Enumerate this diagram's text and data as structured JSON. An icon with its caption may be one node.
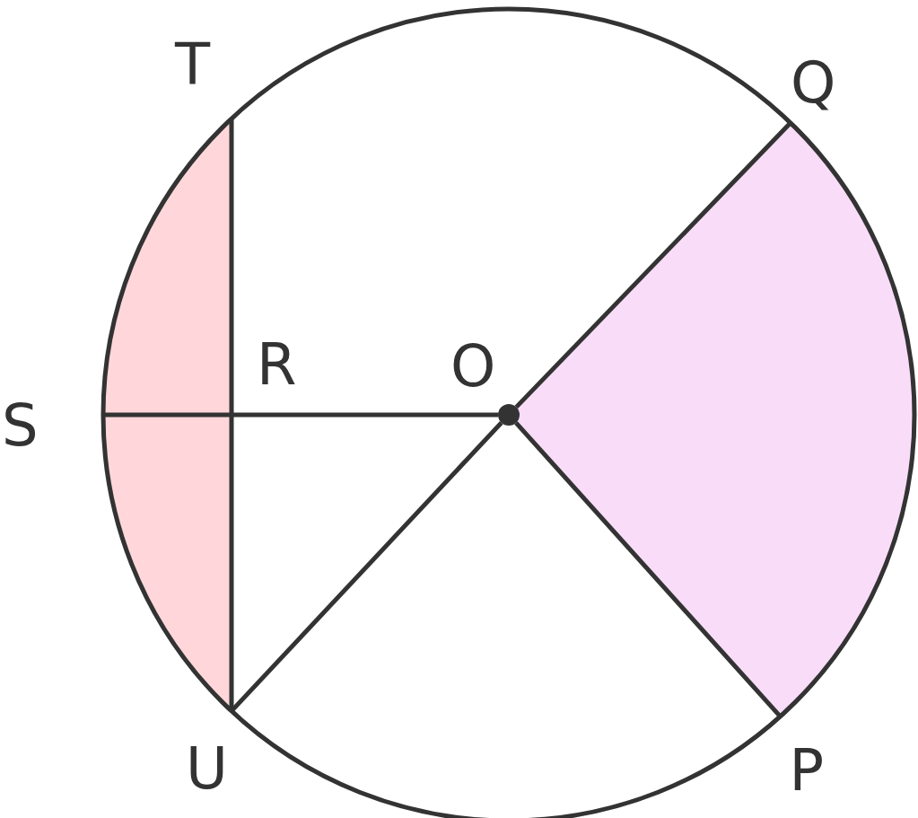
{
  "diagram": {
    "nodes": [
      {
        "text": [
          "T"
        ]
      },
      {
        "text": [
          "Q"
        ]
      },
      {
        "text": [
          "O"
        ]
      },
      {
        "text": [
          "S"
        ]
      },
      {
        "text": [
          "U"
        ]
      },
      {
        "text": [
          "P"
        ]
      }
    ],
    "edges": [
      {
        "from": 0,
        "to": 4,
        "arrow": "none"
      },
      {
        "from": 3,
        "to": 2,
        "arrow": "none"
      },
      {
        "from": 2,
        "to": 1,
        "arrow": "none"
      },
      {
        "from": 2,
        "to": 5,
        "arrow": "none"
      },
      {
        "from": 2,
        "to": 4,
        "arrow": "none"
      }
    ],
    "labels": [
      "R"
    ]
  }
}
